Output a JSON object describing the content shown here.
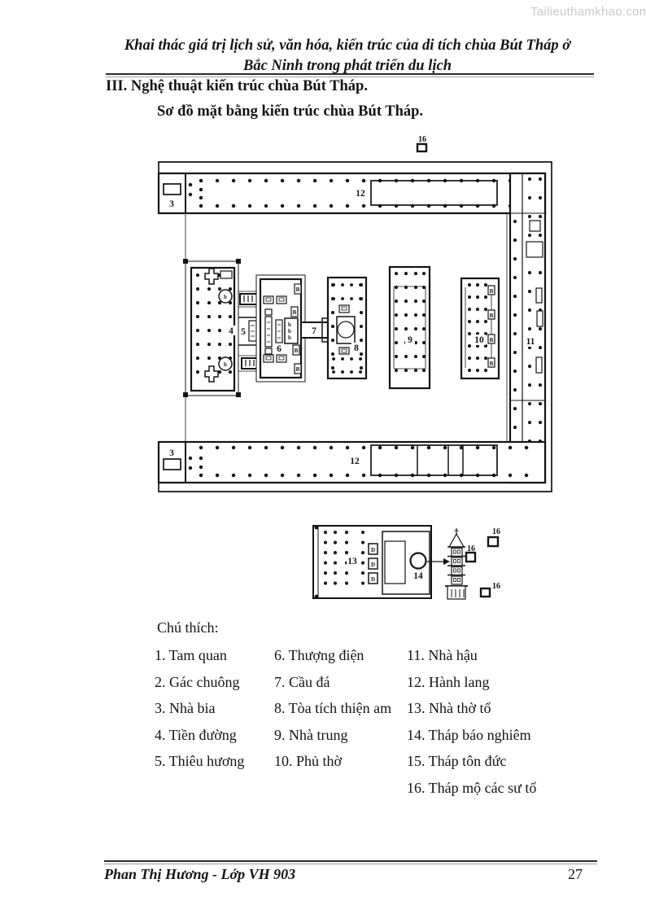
{
  "watermark": "Tailieuthamkhao.com",
  "header": {
    "title_line1": "Khai thác giá trị lịch sử, văn hóa, kiến trúc của di tích chùa Bút Tháp ở",
    "title_line2": "Bắc Ninh trong phát triển du lịch",
    "section_heading": "III. Nghệ thuật kiến trúc chùa Bút Tháp.",
    "diagram_caption": "Sơ đồ mặt bằng kiến trúc chùa Bút Tháp."
  },
  "plan": {
    "tomb_top_label": "16",
    "stele_top_label": "3",
    "stele_bottom_label": "3",
    "corridor_top_label": "12",
    "corridor_bottom_label": "12",
    "front_hall_label": "4",
    "incense_hall_label": "5",
    "upper_hall_label": "6",
    "stone_bridge_label": "7",
    "tich_thien_am_label": "8",
    "middle_hall_label": "9",
    "shrine_label": "10",
    "rear_hall_label": "11",
    "marker_glyph_b": "b",
    "marker_glyph_B": "B"
  },
  "sub_plan": {
    "ancestor_hall_label": "13",
    "tower_label": "14",
    "tomb_label_a": "16",
    "tomb_label_b": "16",
    "tomb_label_c": "16",
    "door_glyph": "D"
  },
  "legend": {
    "title": "Chú thích:",
    "col1": [
      "1. Tam quan",
      "2. Gác chuông",
      "3. Nhà bia",
      "4. Tiền đường",
      "5. Thiêu hương"
    ],
    "col2": [
      "6. Thượng điện",
      "7. Cầu đá",
      "8. Tòa tích thiện am",
      "9. Nhà trung",
      "10. Phủ thờ"
    ],
    "col3": [
      "11. Nhà hậu",
      "12. Hành lang",
      "13. Nhà thờ tổ",
      "14. Tháp báo nghiêm",
      "15. Tháp tôn đức",
      "16. Tháp mộ các sư tổ"
    ]
  },
  "footer": {
    "author_line": "Phan Thị Hương  - Lớp VH 903",
    "page_number": "27"
  },
  "colors": {
    "ink": "#141414",
    "watermark": "#c9c9c9"
  }
}
